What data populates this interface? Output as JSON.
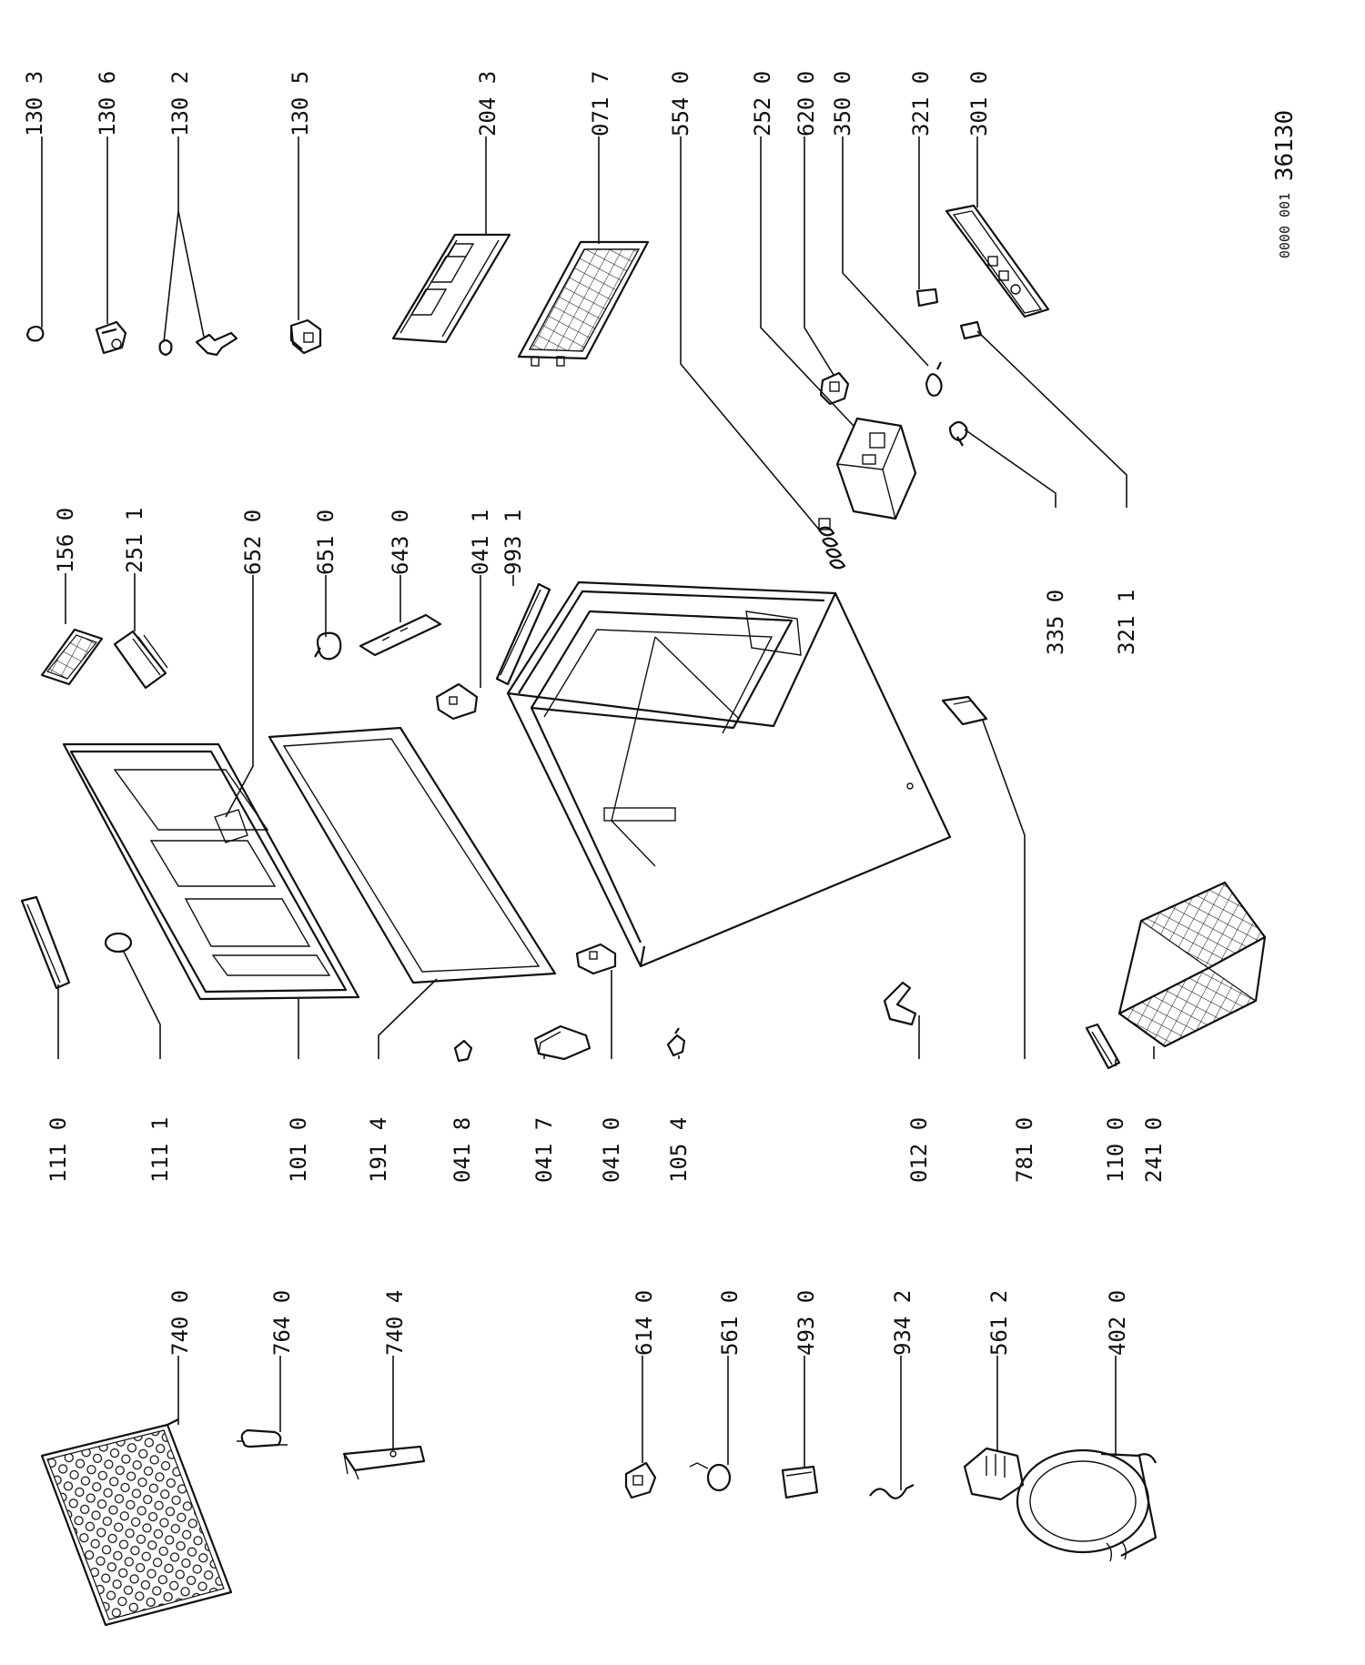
{
  "drawing": {
    "reference": "36130",
    "code": "0000 001"
  },
  "callouts": [
    "130 3",
    "130 6",
    "130 2",
    "130 5",
    "204 3",
    "071 7",
    "554 0",
    "252 0",
    "620 0",
    "350 0",
    "321 0",
    "301 0",
    "156 0",
    "251 1",
    "652 0",
    "651 0",
    "643 0",
    "041 1",
    "993 1",
    "335 0",
    "321 1",
    "111 0",
    "111 1",
    "101 0",
    "191 4",
    "041 8",
    "041 7",
    "041 0",
    "105 4",
    "012 0",
    "781 0",
    "110 0",
    "241 0",
    "740 0",
    "764 0",
    "740 4",
    "614 0",
    "561 0",
    "493 0",
    "934 2",
    "561 2",
    "402 0"
  ]
}
